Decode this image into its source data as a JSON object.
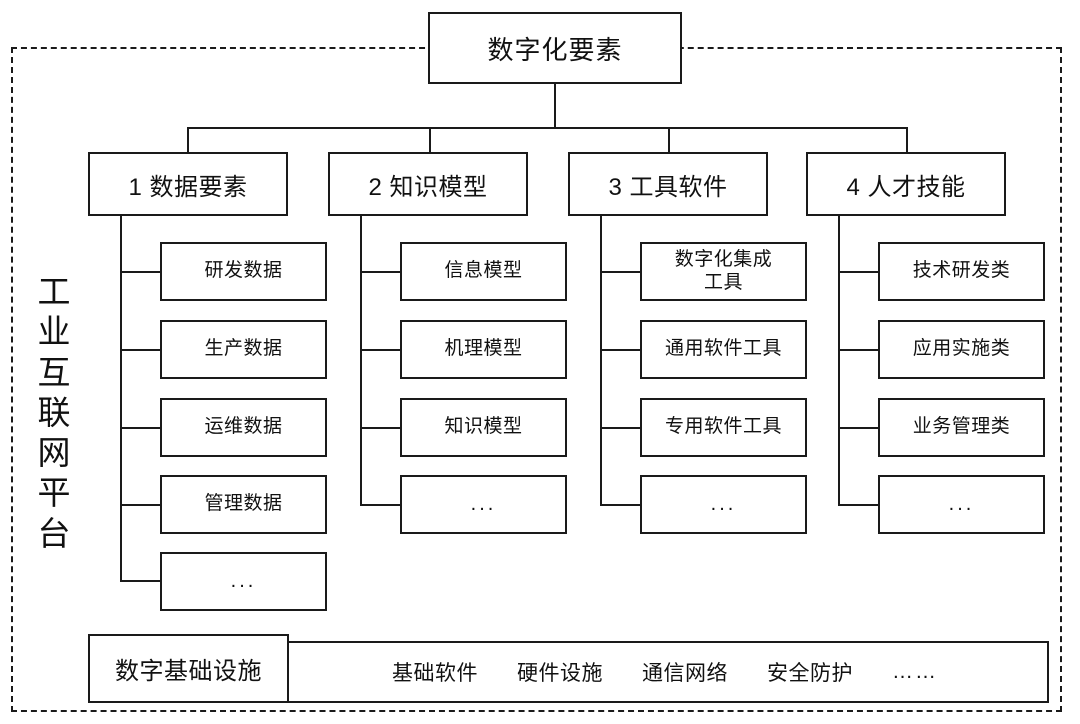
{
  "diagram": {
    "title": "数字化要素",
    "platform_label": [
      "工",
      "业",
      "互",
      "联",
      "网",
      "平",
      "台"
    ],
    "categories": [
      {
        "label": "1 数据要素",
        "items": [
          "研发数据",
          "生产数据",
          "运维数据",
          "管理数据",
          "..."
        ]
      },
      {
        "label": "2 知识模型",
        "items": [
          "信息模型",
          "机理模型",
          "知识模型",
          "..."
        ]
      },
      {
        "label": "3 工具软件",
        "items": [
          "数字化集成\n工具",
          "通用软件工具",
          "专用软件工具",
          "..."
        ]
      },
      {
        "label": "4 人才技能",
        "items": [
          "技术研发类",
          "应用实施类",
          "业务管理类",
          "..."
        ]
      }
    ],
    "infrastructure": {
      "label": "数字基础设施",
      "items": [
        "基础软件",
        "硬件设施",
        "通信网络",
        "安全防护",
        "……"
      ]
    },
    "colors": {
      "line": "#1a1a1a",
      "background": "#ffffff",
      "text": "#111111"
    }
  }
}
